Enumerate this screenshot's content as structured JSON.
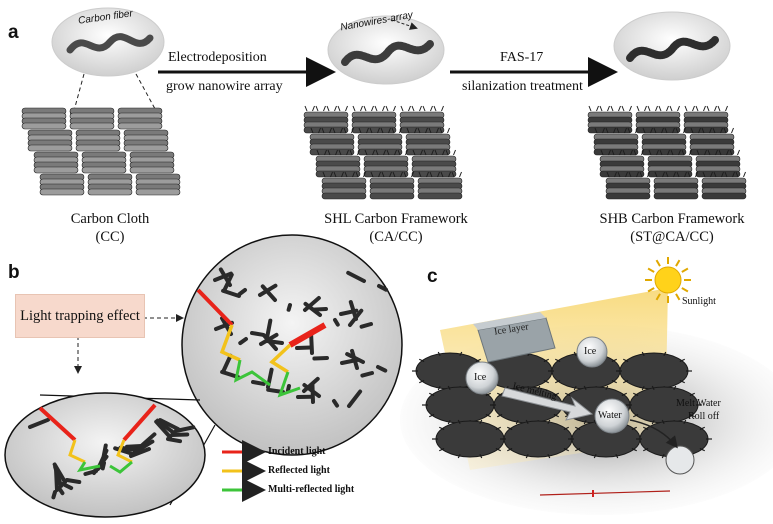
{
  "panel_a": {
    "letter": "a",
    "inset_labels": {
      "carbon_fiber": "Carbon fiber",
      "nanowires_array": "Nanowires-array"
    },
    "step1": {
      "top": "Electrodeposition",
      "bottom": "grow nanowire array"
    },
    "step2": {
      "top": "FAS-17",
      "bottom": "silanization treatment"
    },
    "stages": [
      {
        "name": "Carbon Cloth",
        "abbr": "(CC)"
      },
      {
        "name": "SHL Carbon Framework",
        "abbr": "(CA/CC)"
      },
      {
        "name": "SHB Carbon Framework",
        "abbr": "(ST@CA/CC)"
      }
    ]
  },
  "panel_b": {
    "letter": "b",
    "box_label": "Light trapping effect",
    "legend": [
      {
        "label": "Incident light",
        "color": "#e8231a"
      },
      {
        "label": "Reflected light",
        "color": "#f2c21b"
      },
      {
        "label": "Multi-reflected light",
        "color": "#3cc43a"
      }
    ]
  },
  "panel_c": {
    "letter": "c",
    "sunlight": "Sunlight",
    "ice_layer": "Ice layer",
    "ice": "Ice",
    "ice_melting": "Ice melting",
    "water": "Water",
    "melt_water": "Melt Water",
    "roll_off": "Roll off"
  },
  "colors": {
    "box_fill": "#f7d9cc",
    "sun": "#ffd21a",
    "fabric": "#3a3a3a",
    "beam": "#f3d27a"
  }
}
